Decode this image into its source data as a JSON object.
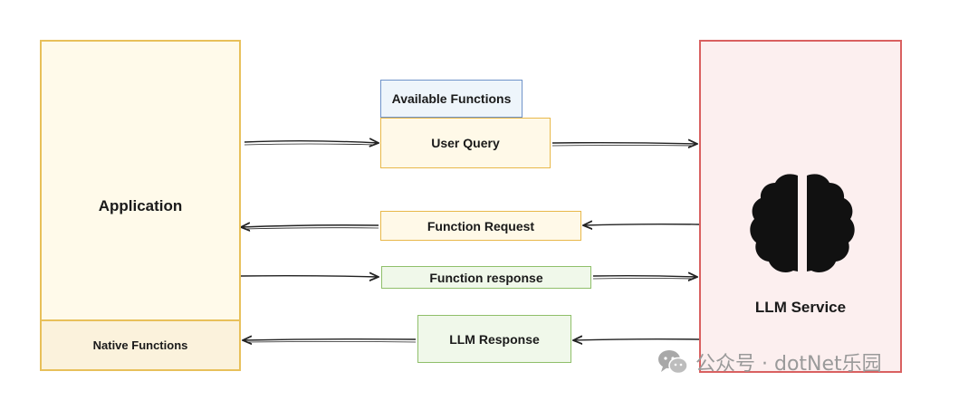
{
  "diagram": {
    "application": {
      "label": "Application"
    },
    "native_functions": {
      "label": "Native Functions"
    },
    "llm_service": {
      "label": "LLM Service"
    },
    "messages": {
      "available_functions": "Available Functions",
      "user_query": "User Query",
      "function_request": "Function Request",
      "function_response": "Function response",
      "llm_response": "LLM Response"
    }
  },
  "watermark": {
    "text": "公众号 · dotNet乐园",
    "icon": "wechat-icon"
  },
  "colors": {
    "application": "#e8c05a",
    "llm_service": "#d96060",
    "available_functions": "#6f93c9",
    "function_response": "#8fbf6a",
    "arrow": "#222222"
  }
}
